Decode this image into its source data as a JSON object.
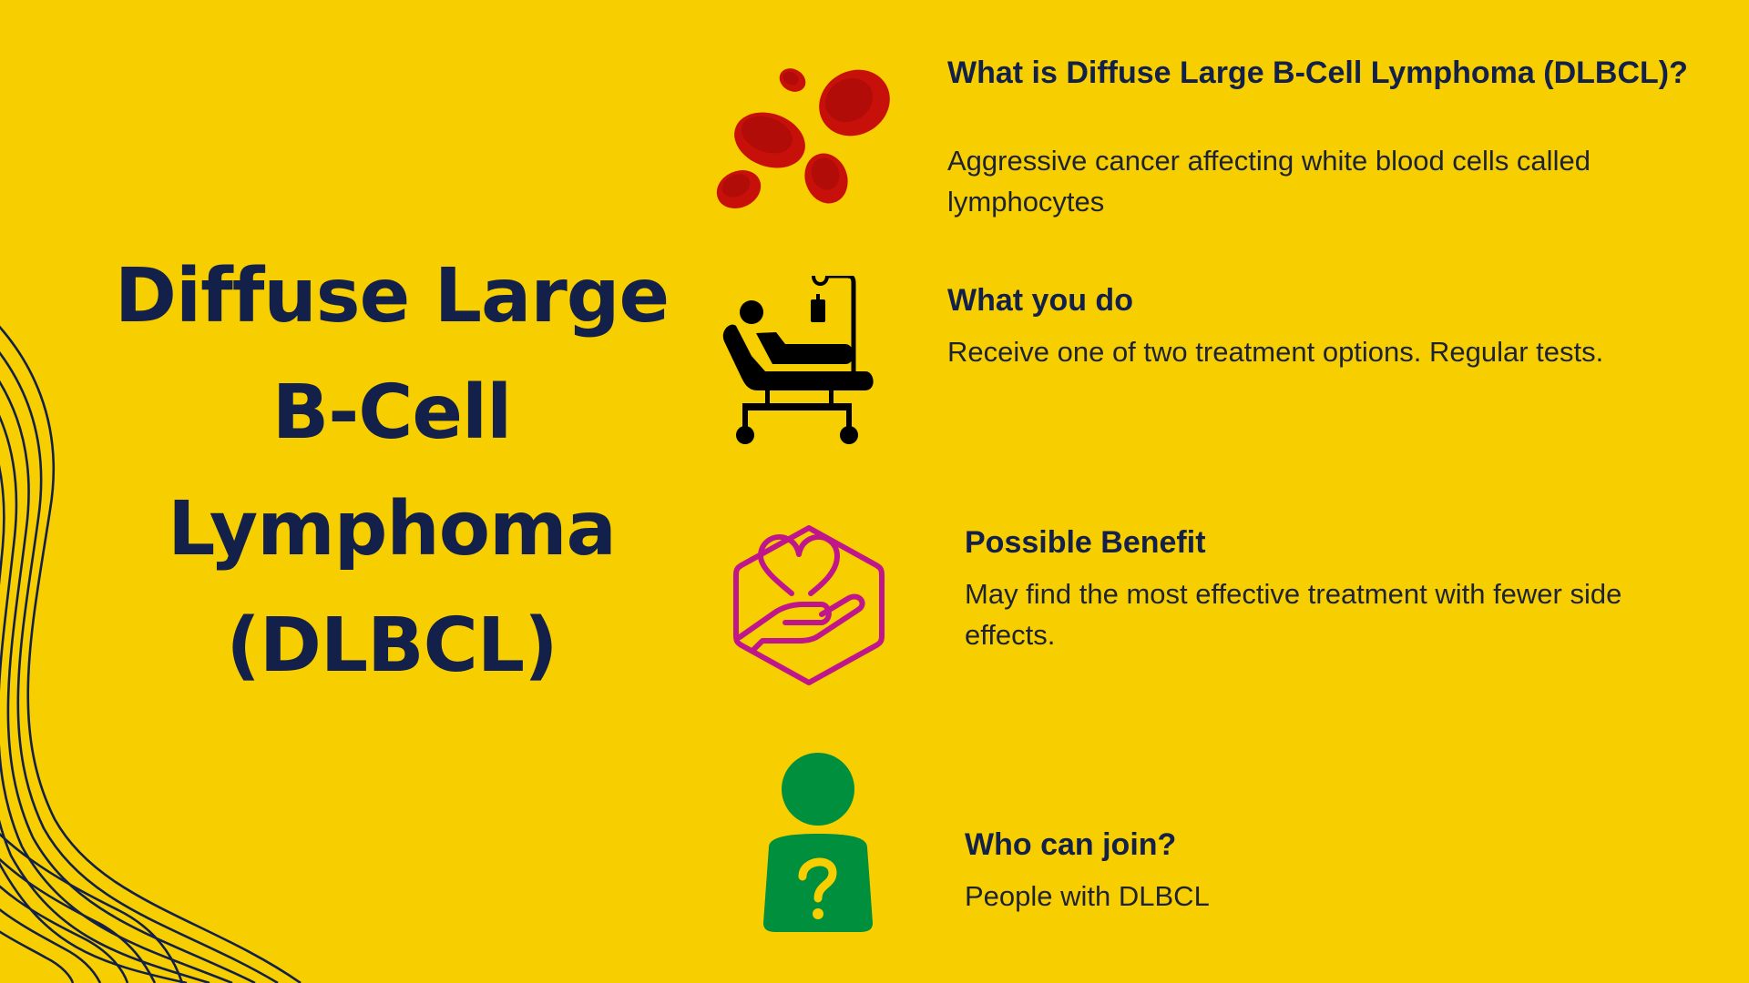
{
  "colors": {
    "background": "#F7CE00",
    "navy": "#13214A",
    "blood_red": "#C8100B",
    "magenta": "#C0168C",
    "green": "#008F3D"
  },
  "title": {
    "lines": [
      "Diffuse Large",
      "B-Cell",
      "Lymphoma",
      "(DLBCL)"
    ]
  },
  "sections": [
    {
      "icon": "blood-cells-icon",
      "heading": "What is Diffuse Large B-Cell Lymphoma (DLBCL)?",
      "body": "Aggressive cancer affecting white blood cells called lymphocytes"
    },
    {
      "icon": "hospital-bed-iv-icon",
      "heading": "What you do",
      "body": "Receive one of two treatment options. Regular tests."
    },
    {
      "icon": "heart-in-hand-hexagon-icon",
      "heading": "Possible Benefit",
      "body": "May find the most effective treatment with fewer side effects."
    },
    {
      "icon": "person-question-icon",
      "heading": "Who can join?",
      "body": "People with DLBCL"
    }
  ]
}
